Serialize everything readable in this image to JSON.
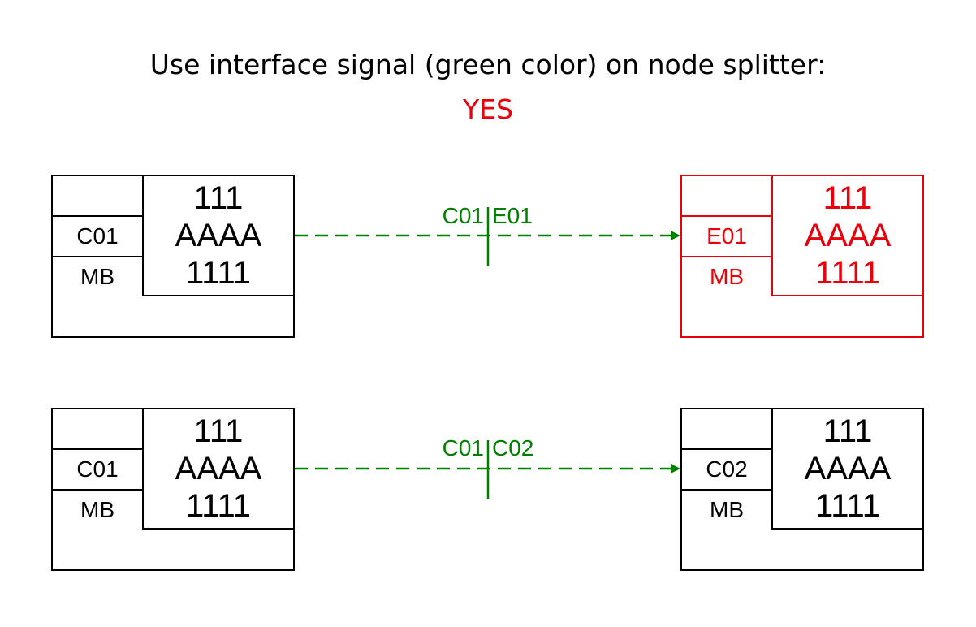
{
  "title": "Use interface signal (green color) on node splitter:",
  "status": "YES",
  "colors": {
    "status": "#e8000b",
    "signal": "#008000",
    "highlight_node": "#e8000b",
    "default_node": "#000000"
  },
  "rows": [
    {
      "source": {
        "top": "",
        "code": "C01",
        "type": "MB",
        "line1": "111",
        "line2": "AAAA",
        "line3": "1111",
        "bottom": ""
      },
      "signal": {
        "from": "C01",
        "to": "E01"
      },
      "target": {
        "highlighted": true,
        "top": "",
        "code": "E01",
        "type": "MB",
        "line1": "111",
        "line2": "AAAA",
        "line3": "1111",
        "bottom": ""
      }
    },
    {
      "source": {
        "top": "",
        "code": "C01",
        "type": "MB",
        "line1": "111",
        "line2": "AAAA",
        "line3": "1111",
        "bottom": ""
      },
      "signal": {
        "from": "C01",
        "to": "C02"
      },
      "target": {
        "highlighted": false,
        "top": "",
        "code": "C02",
        "type": "MB",
        "line1": "111",
        "line2": "AAAA",
        "line3": "1111",
        "bottom": ""
      }
    }
  ]
}
